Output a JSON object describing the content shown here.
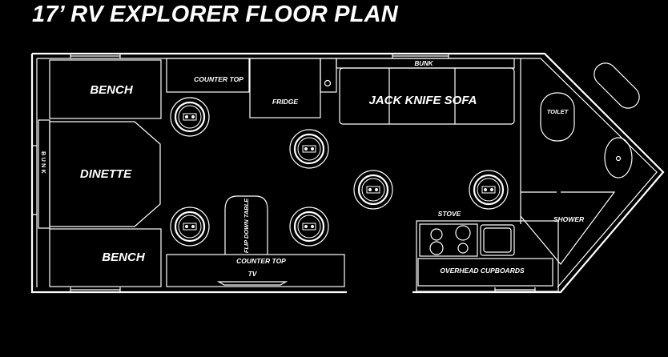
{
  "title": "17’ RV EXPLORER FLOOR PLAN",
  "labels": {
    "bench_top": "BENCH",
    "bench_bottom": "BENCH",
    "dinette": "DINETTE",
    "bunk_side": "B U N K",
    "counter_top_upper": "COUNTER TOP",
    "fridge": "FRIDGE",
    "bunk_top": "BUNK",
    "jack_knife_sofa": "JACK KNIFE SOFA",
    "toilet": "TOILET",
    "flip_down_table": "FLIP DOWN TABLE",
    "counter_top_lower": "COUNTER TOP",
    "tv": "TV",
    "stove": "STOVE",
    "shower": "SHOWER",
    "overhead_cupboards": "OVERHEAD CUPBOARDS"
  },
  "icons": {
    "ice_hole": "ice-hole-icon",
    "rod_holder": "rod-holder-icon"
  },
  "colors": {
    "background": "#000000",
    "lines": "#ffffff"
  }
}
